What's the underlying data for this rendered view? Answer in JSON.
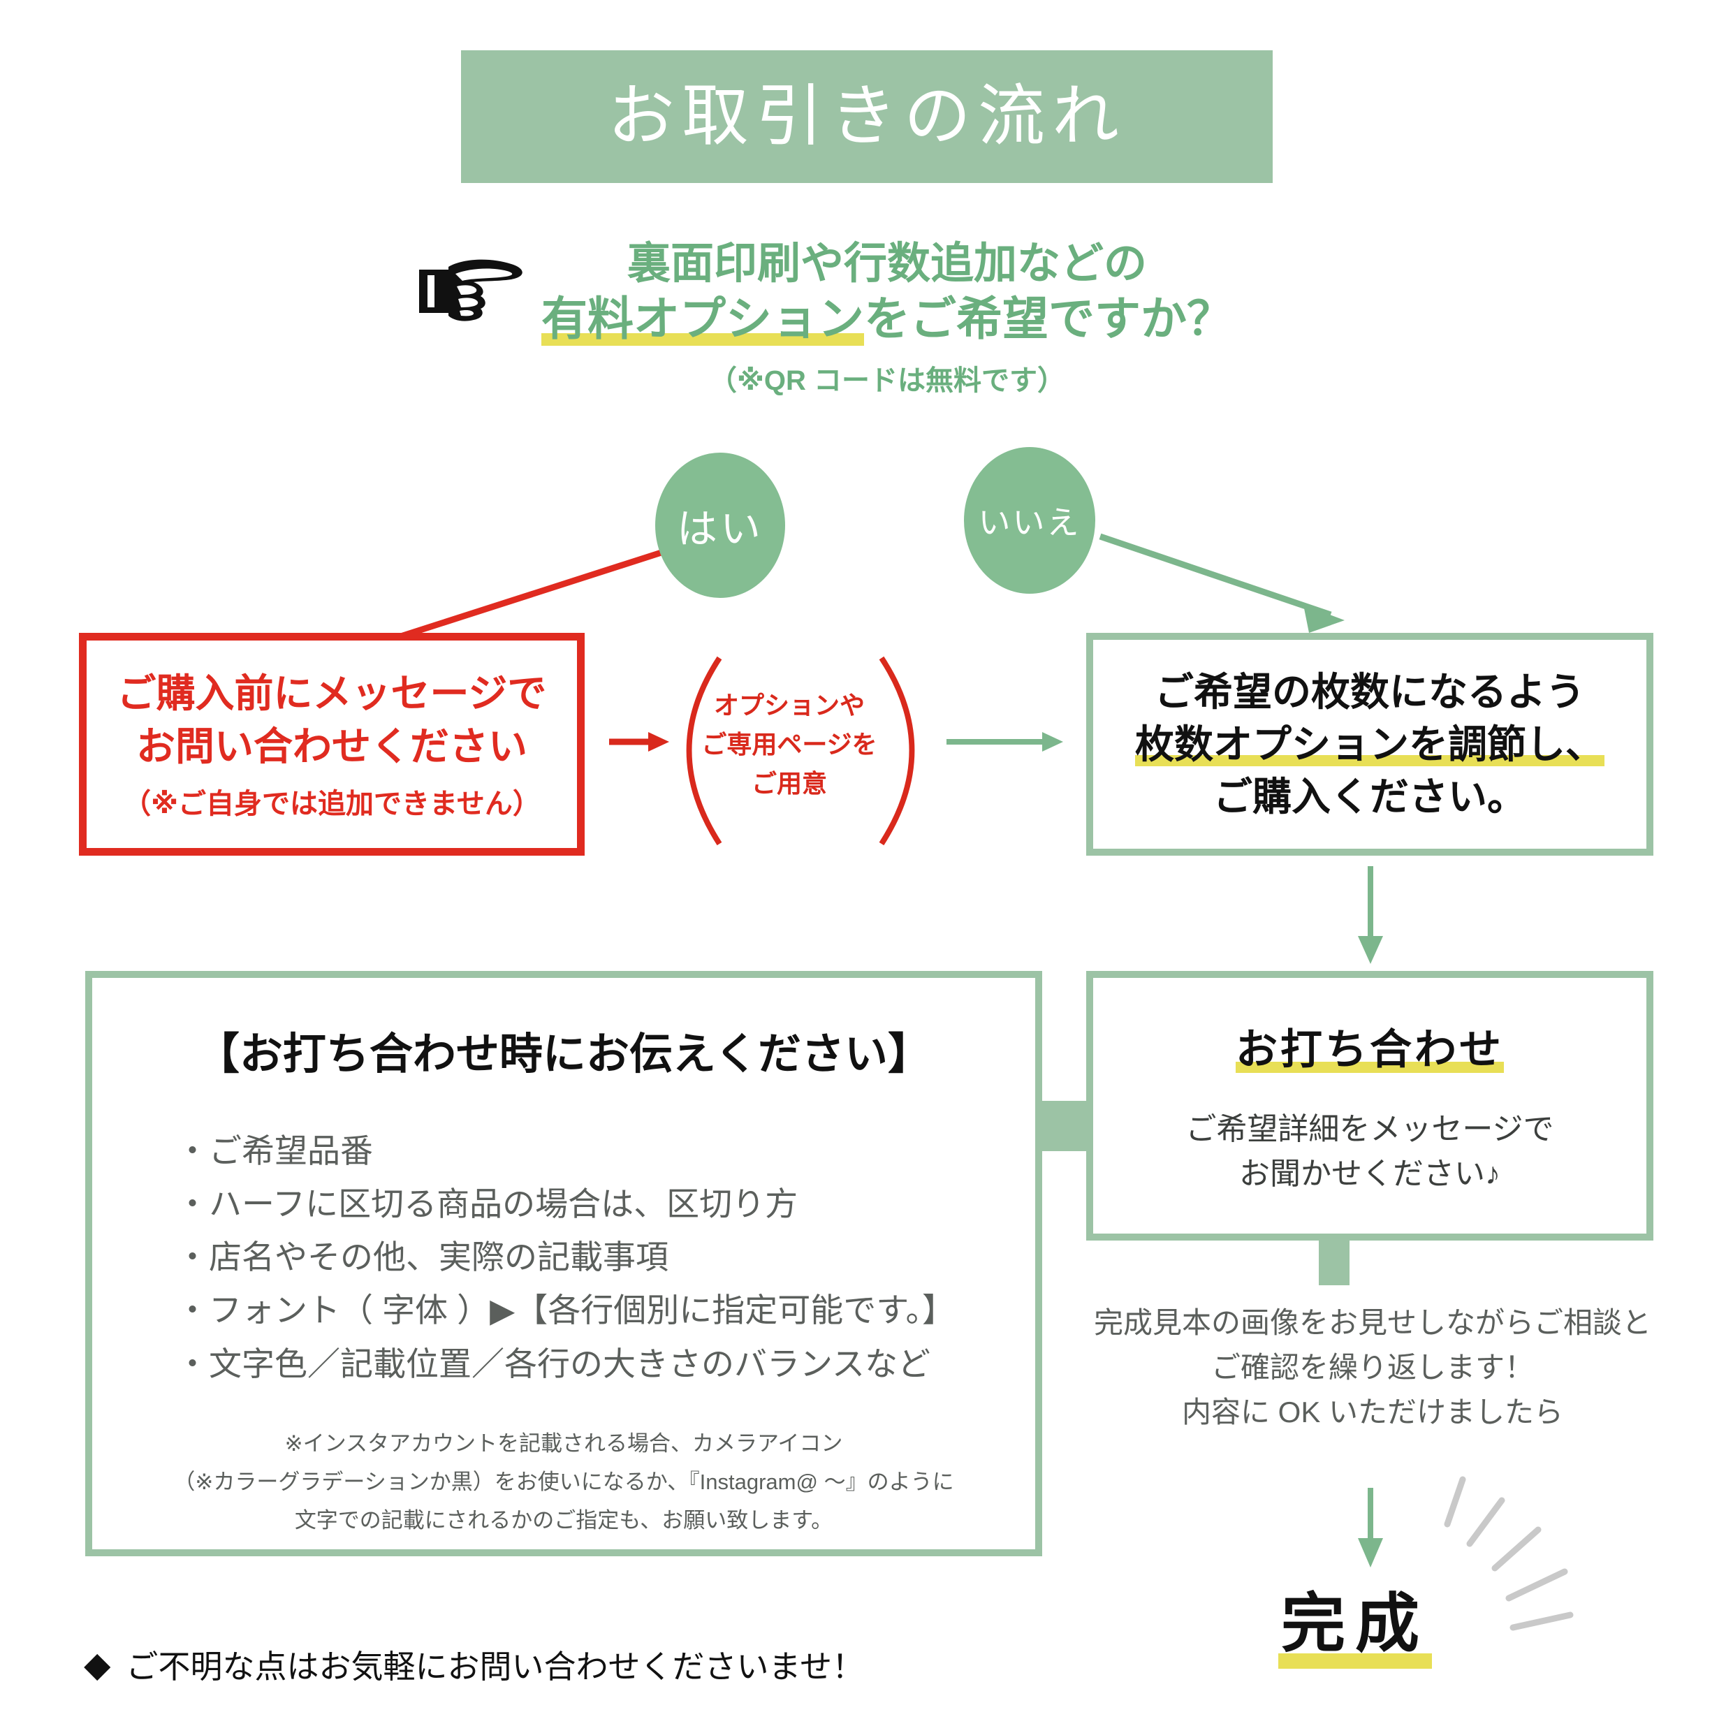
{
  "header": {
    "title": "お取引きの流れ",
    "bg_color": "#9cc3a5",
    "text_color": "#ffffff"
  },
  "question": {
    "hand_icon": "pointing-hand-icon",
    "line1": "裏面印刷や行数追加などの",
    "line2_highlight": "有料オプション",
    "line2_rest": "をご希望ですか？",
    "note": "（※QR コードは無料です）",
    "text_color": "#6aaf7e",
    "highlight_color": "#e8df56"
  },
  "decision": {
    "yes_label": "はい",
    "no_label": "いいえ",
    "circle_color": "#84bd92",
    "label_color": "#ffffff"
  },
  "red_box": {
    "line1": "ご購入前にメッセージで",
    "line2": "お問い合わせください",
    "note": "（※ご自身では追加できません）",
    "border_color": "#e02b20",
    "text_color": "#e02b20"
  },
  "paren_note": {
    "line1": "オプションや",
    "line2": "ご専用ページを",
    "line3": "ご用意",
    "color": "#d9291c"
  },
  "green_box_top": {
    "line1": "ご希望の枚数になるよう",
    "line2_highlight": "枚数オプションを調節し、",
    "line3": "ご購入ください。",
    "border_color": "#9cc3a5",
    "text_color": "#111111",
    "highlight_color": "#e8df56"
  },
  "meeting_list_box": {
    "title": "【お打ち合わせ時にお伝えください】",
    "items": [
      "・ご希望品番",
      "・ハーフに区切る商品の場合は、区切り方",
      "・店名やその他、実際の記載事項",
      "・フォント（ 字体 ）▶【各行個別に指定可能です。】",
      "・文字色／記載位置／各行の大きさのバランスなど"
    ],
    "note_line1": "※インスタアカウントを記載される場合、カメラアイコン",
    "note_line2": "（※カラーグラデーションか黒）をお使いになるか、『Instagram@ ～』のように",
    "note_line3": "文字での記載にされるかのご指定も、お願い致します。",
    "border_color": "#9cc3a5"
  },
  "meeting_box": {
    "title": "お打ち合わせ",
    "sub_line1": "ご希望詳細をメッセージで",
    "sub_line2": "お聞かせください♪",
    "border_color": "#9cc3a5",
    "highlight_color": "#e8df56"
  },
  "after_meeting": {
    "line1": "完成見本の画像をお見せしながらご相談と",
    "line2": "ご確認を繰り返します！",
    "line3": "内容に OK いただけましたら",
    "color": "#5b5f5c"
  },
  "finish": {
    "label": "完成",
    "highlight_color": "#e8df56",
    "burst_icon": "burst-lines-icon"
  },
  "footer": {
    "diamond_icon": "◆",
    "text": "ご不明な点はお気軽にお問い合わせくださいませ！"
  },
  "arrows": {
    "yes_arrow_color": "#e02b20",
    "no_arrow_color": "#7cb68c",
    "red_small_arrow_color": "#d9291c",
    "green_small_arrow_color": "#7cb68c",
    "green_down_arrow_color": "#7cb68c"
  }
}
